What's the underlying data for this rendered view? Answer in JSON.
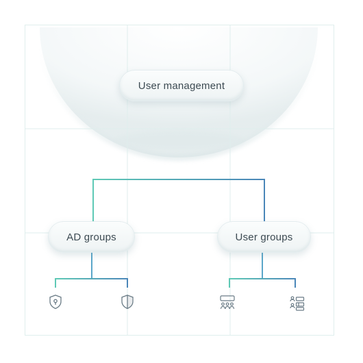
{
  "diagram": {
    "root": {
      "label": "User management"
    },
    "groups": [
      {
        "label": "AD groups",
        "icons": [
          "shield-keyhole-icon",
          "shield-icon"
        ]
      },
      {
        "label": "User groups",
        "icons": [
          "group-of-users-icon",
          "user-list-icon"
        ]
      }
    ],
    "colors": {
      "connector_teal": "#5ec9b5",
      "connector_blue": "#4a86b8",
      "grid_line": "#dfeeed",
      "icon_stroke": "#6a7b86",
      "text": "#3c4a52"
    }
  }
}
